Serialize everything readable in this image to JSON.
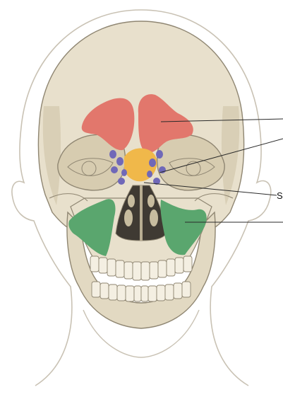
{
  "figure": {
    "labels": [
      {
        "id": "frontal-sinus-pointer",
        "text": ""
      },
      {
        "id": "ethmoidal-cells-pointer",
        "text": ""
      },
      {
        "id": "sphenoidal-sinus-pointer",
        "text": "S"
      },
      {
        "id": "maxillary-sinus-pointer",
        "text": ""
      }
    ]
  },
  "colors": {
    "background": "#ffffff",
    "skin_outline": "#c9c2b4",
    "bone": "#e8e0cc",
    "bone_shade": "#cfc4a8",
    "bone_line": "#8f8672",
    "frontal_sinus": "#e2776c",
    "ethmoidal_cells": "#7068b8",
    "sphenoidal_sinus": "#f0b84a",
    "maxillary_sinus": "#5aa66e",
    "nasal_cavity": "#3f3a33",
    "leader_line": "#2a2a2a"
  }
}
